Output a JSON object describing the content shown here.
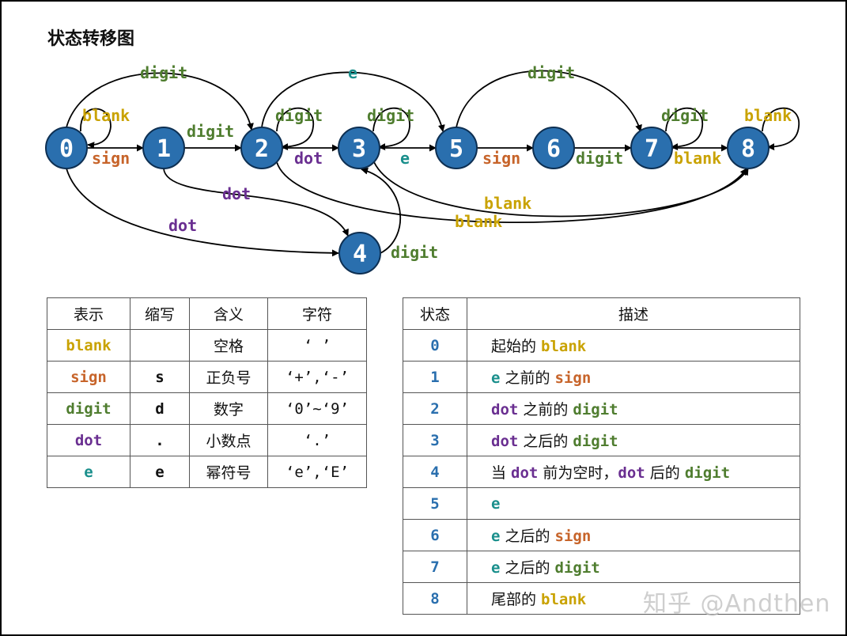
{
  "title": "状态转移图",
  "colors": {
    "node_fill": "#2a6fae",
    "blank": "#c9a200",
    "sign": "#c7642a",
    "digit": "#4f7d2f",
    "dot": "#6a2f91",
    "e": "#1a8f8c",
    "state_num": "#2a6fae"
  },
  "states": [
    "0",
    "1",
    "2",
    "3",
    "4",
    "5",
    "6",
    "7",
    "8"
  ],
  "edges": [
    {
      "from": "0",
      "to": "0",
      "label": "blank",
      "kind": "blank"
    },
    {
      "from": "0",
      "to": "1",
      "label": "sign",
      "kind": "sign"
    },
    {
      "from": "0",
      "to": "2",
      "label": "digit",
      "kind": "digit"
    },
    {
      "from": "0",
      "to": "4",
      "label": "dot",
      "kind": "dot"
    },
    {
      "from": "1",
      "to": "2",
      "label": "digit",
      "kind": "digit"
    },
    {
      "from": "1",
      "to": "4",
      "label": "dot",
      "kind": "dot"
    },
    {
      "from": "2",
      "to": "2",
      "label": "digit",
      "kind": "digit"
    },
    {
      "from": "2",
      "to": "3",
      "label": "dot",
      "kind": "dot"
    },
    {
      "from": "2",
      "to": "5",
      "label": "e",
      "kind": "e"
    },
    {
      "from": "2",
      "to": "8",
      "label": "blank",
      "kind": "blank"
    },
    {
      "from": "3",
      "to": "3",
      "label": "digit",
      "kind": "digit"
    },
    {
      "from": "3",
      "to": "5",
      "label": "e",
      "kind": "e"
    },
    {
      "from": "3",
      "to": "8",
      "label": "blank",
      "kind": "blank"
    },
    {
      "from": "4",
      "to": "3",
      "label": "digit",
      "kind": "digit"
    },
    {
      "from": "5",
      "to": "6",
      "label": "sign",
      "kind": "sign"
    },
    {
      "from": "5",
      "to": "7",
      "label": "digit",
      "kind": "digit"
    },
    {
      "from": "6",
      "to": "7",
      "label": "digit",
      "kind": "digit"
    },
    {
      "from": "7",
      "to": "7",
      "label": "digit",
      "kind": "digit"
    },
    {
      "from": "7",
      "to": "8",
      "label": "blank",
      "kind": "blank"
    },
    {
      "from": "8",
      "to": "8",
      "label": "blank",
      "kind": "blank"
    }
  ],
  "symbol_table": {
    "headers": [
      "表示",
      "缩写",
      "含义",
      "字符"
    ],
    "rows": [
      {
        "name": "blank",
        "kind": "blank",
        "abbr": "",
        "meaning": "空格",
        "chars": "' '"
      },
      {
        "name": "sign",
        "kind": "sign",
        "abbr": "s",
        "meaning": "正负号",
        "chars": "'+','-'"
      },
      {
        "name": "digit",
        "kind": "digit",
        "abbr": "d",
        "meaning": "数字",
        "chars": "'0'~'9'"
      },
      {
        "name": "dot",
        "kind": "dot",
        "abbr": ".",
        "meaning": "小数点",
        "chars": "'.'"
      },
      {
        "name": "e",
        "kind": "e",
        "abbr": "e",
        "meaning": "幂符号",
        "chars": "'e','E'"
      }
    ]
  },
  "state_table": {
    "headers": [
      "状态",
      "描述"
    ],
    "rows": [
      {
        "state": "0",
        "parts": [
          {
            "t": "起始的 "
          },
          {
            "t": "blank",
            "k": "blank"
          }
        ]
      },
      {
        "state": "1",
        "parts": [
          {
            "t": "e",
            "k": "e"
          },
          {
            "t": " 之前的 "
          },
          {
            "t": "sign",
            "k": "sign"
          }
        ]
      },
      {
        "state": "2",
        "parts": [
          {
            "t": "dot",
            "k": "dot"
          },
          {
            "t": " 之前的 "
          },
          {
            "t": "digit",
            "k": "digit"
          }
        ]
      },
      {
        "state": "3",
        "parts": [
          {
            "t": "dot",
            "k": "dot"
          },
          {
            "t": " 之后的 "
          },
          {
            "t": "digit",
            "k": "digit"
          }
        ]
      },
      {
        "state": "4",
        "parts": [
          {
            "t": "当 "
          },
          {
            "t": "dot",
            "k": "dot"
          },
          {
            "t": " 前为空时，"
          },
          {
            "t": "dot",
            "k": "dot"
          },
          {
            "t": " 后的 "
          },
          {
            "t": "digit",
            "k": "digit"
          }
        ]
      },
      {
        "state": "5",
        "parts": [
          {
            "t": "e",
            "k": "e"
          }
        ]
      },
      {
        "state": "6",
        "parts": [
          {
            "t": "e",
            "k": "e"
          },
          {
            "t": " 之后的 "
          },
          {
            "t": "sign",
            "k": "sign"
          }
        ]
      },
      {
        "state": "7",
        "parts": [
          {
            "t": "e",
            "k": "e"
          },
          {
            "t": " 之后的 "
          },
          {
            "t": "digit",
            "k": "digit"
          }
        ]
      },
      {
        "state": "8",
        "parts": [
          {
            "t": "尾部的 "
          },
          {
            "t": "blank",
            "k": "blank"
          }
        ]
      }
    ]
  },
  "watermark": "知乎 @Andthen"
}
